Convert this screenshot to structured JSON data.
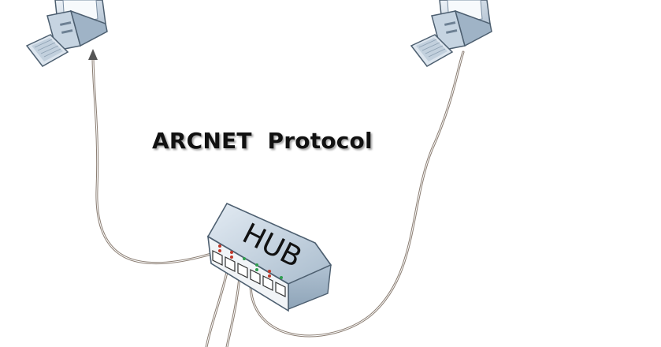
{
  "diagram": {
    "title": "ARCNET  Protocol",
    "hub_label": "HUB",
    "nodes": [
      {
        "icon": "desktop-computer-icon"
      },
      {
        "icon": "desktop-computer-icon"
      }
    ],
    "hub": {
      "icon": "network-hub-icon",
      "port_count": 6
    },
    "colors": {
      "monitor_light": "#dfe9f2",
      "monitor_mid": "#b9cad9",
      "monitor_dark": "#7f93a6",
      "hub_top": "#c9d6e3",
      "hub_front": "#eef2f6",
      "port_led_red": "#c0392b",
      "port_led_green": "#2e9e4f",
      "cable": "#6b5a4e"
    }
  }
}
